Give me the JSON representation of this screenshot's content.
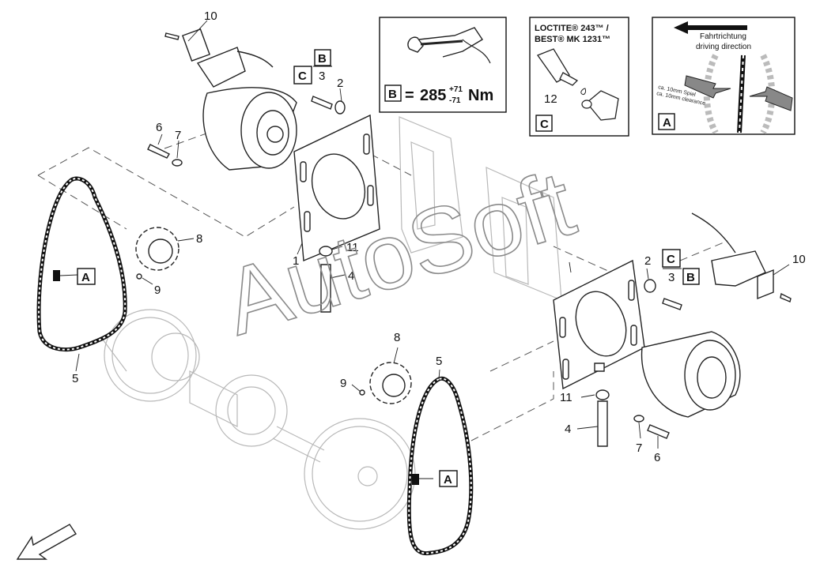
{
  "watermark": "AutoSoft",
  "legend_boxes": {
    "B": {
      "box_letter": "B",
      "equals": "=",
      "torque_value": "285",
      "tol_plus": "+71",
      "tol_minus": "-71",
      "unit": "Nm"
    },
    "C": {
      "line1": "LOCTITE® 243™ /",
      "line2": "BEST® MK 1231™",
      "part_number": "12",
      "box_letter": "C"
    },
    "A": {
      "direction_de": "Fahrtrichtung",
      "direction_en": "driving direction",
      "play_de": "ca. 10mm Spiel",
      "play_en": "ca. 10mm clearance",
      "box_letter": "A"
    }
  },
  "callouts": {
    "c10_left": "10",
    "c2_left": "2",
    "cB_left": "B",
    "cC_left": "C",
    "c3_left": "3",
    "c6_left": "6",
    "c7_left": "7",
    "c8_left": "8",
    "c9_left": "9",
    "c1": "1",
    "c11_left": "11",
    "c4_left": "4",
    "cA_left": "A",
    "c5_left": "5",
    "c8_right": "8",
    "c9_right": "9",
    "c5_right": "5",
    "cA_right": "A",
    "c2_right": "2",
    "cC_right": "C",
    "c3_right": "3",
    "cB_right": "B",
    "c10_right": "10",
    "c11_right": "11",
    "c4_right": "4",
    "c7_right": "7",
    "c6_right": "6"
  },
  "icons": {
    "wrench": "wrench-icon",
    "glue_bottle": "adhesive-bottle-icon",
    "direction_arrow": "arrow-left-icon",
    "view_arrow": "view-direction-arrow-icon"
  }
}
